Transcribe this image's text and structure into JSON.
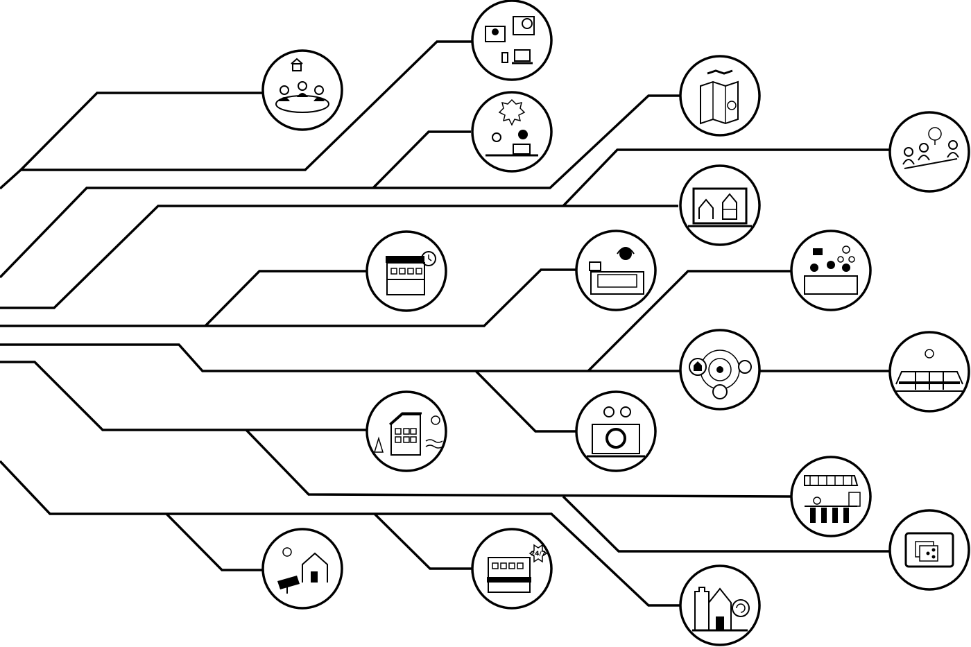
{
  "diagram": {
    "style": {
      "line_color": "#000000",
      "background": "#ffffff"
    },
    "nodes": [
      {
        "id": "rural-meeting",
        "icon": "people-meeting-farm-icon"
      },
      {
        "id": "video-call",
        "icon": "video-call-devices-icon"
      },
      {
        "id": "remote-work",
        "icon": "remote-work-laptop-icon"
      },
      {
        "id": "handshake-map",
        "icon": "handshake-map-icon"
      },
      {
        "id": "women-meeting",
        "icon": "women-meeting-icon"
      },
      {
        "id": "online-farm",
        "icon": "laptop-farm-barn-icon"
      },
      {
        "id": "local-shop",
        "icon": "shop-clock-icon"
      },
      {
        "id": "helpdesk",
        "icon": "helpdesk-headset-icon"
      },
      {
        "id": "network-meeting",
        "icon": "network-meeting-icon"
      },
      {
        "id": "smart-village",
        "icon": "connected-houses-icon"
      },
      {
        "id": "innovation-hub",
        "icon": "idea-building-icon"
      },
      {
        "id": "eco-housing",
        "icon": "eco-house-icon"
      },
      {
        "id": "elderly-online",
        "icon": "elderly-laptop-icon"
      },
      {
        "id": "market-stall",
        "icon": "market-stall-phone-icon"
      },
      {
        "id": "tablet-share",
        "icon": "tablet-share-icon"
      },
      {
        "id": "solar-house",
        "icon": "solar-house-icon"
      },
      {
        "id": "shop-247",
        "icon": "shop-24-7-icon",
        "badge": "24/7"
      },
      {
        "id": "heritage-castle",
        "icon": "castle-recycle-icon"
      }
    ]
  }
}
